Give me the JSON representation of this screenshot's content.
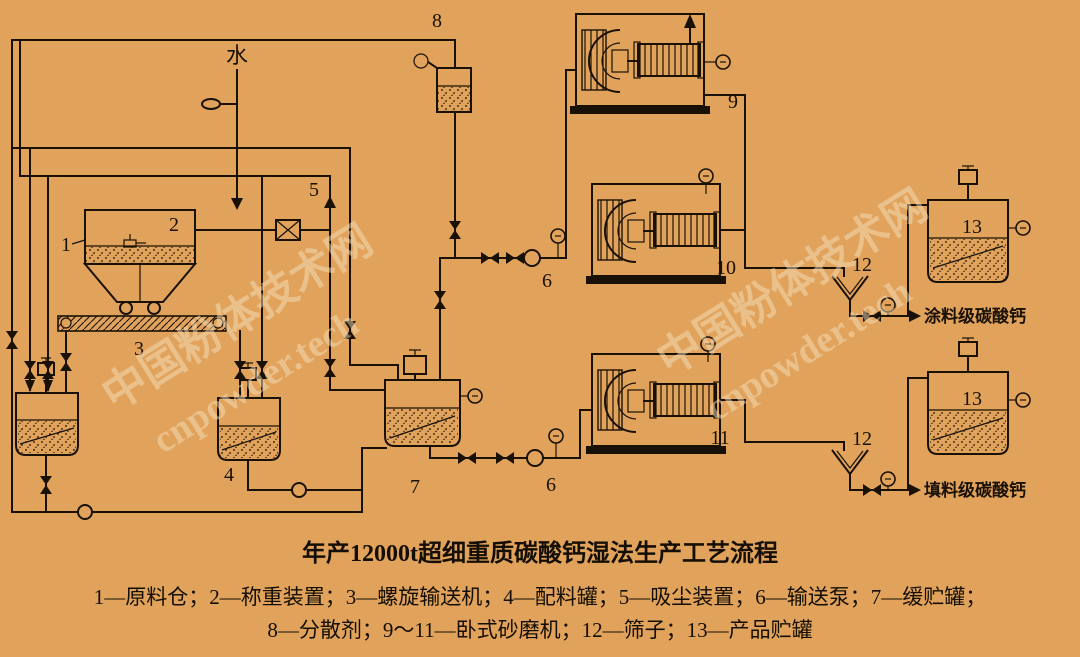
{
  "colors": {
    "background": "#e1a35c",
    "ink": "#1a1106",
    "watermark": "#f4ddbb"
  },
  "water_label": "水",
  "parts": {
    "1": "1",
    "2": "2",
    "3": "3",
    "4": "4",
    "5": "5",
    "6": "6",
    "7": "7",
    "8": "8",
    "9": "9",
    "10": "10",
    "11": "11",
    "12": "12",
    "13": "13"
  },
  "outputs": {
    "coating": "涂料级碳酸钙",
    "filler": "填料级碳酸钙"
  },
  "caption": {
    "title": "年产12000t超细重质碳酸钙湿法生产工艺流程",
    "legend_line1": "1—原料仓；2—称重装置；3—螺旋输送机；4—配料罐；5—吸尘装置；6—输送泵；7—缓贮罐；",
    "legend_line2": "8—分散剂；9～11—卧式砂磨机；12—筛子；13—产品贮罐"
  },
  "watermarks": {
    "cn": "中国粉体技术网",
    "en": "cnpowder.tech"
  }
}
